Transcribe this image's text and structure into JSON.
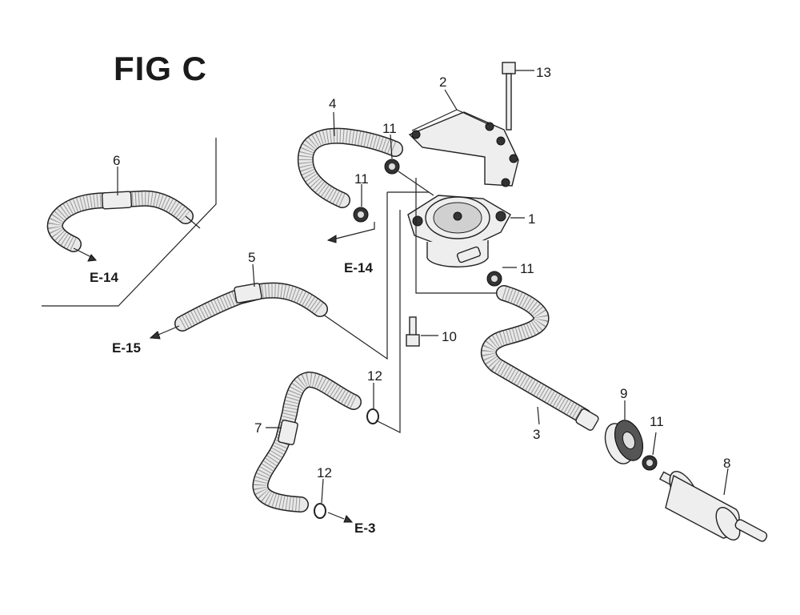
{
  "title": "FIG C",
  "callouts": {
    "p1": "1",
    "p2": "2",
    "p3": "3",
    "p4": "4",
    "p5": "5",
    "p6": "6",
    "p7": "7",
    "p8": "8",
    "p9": "9",
    "p10": "10",
    "p11a": "11",
    "p11b": "11",
    "p11c": "11",
    "p11d": "11",
    "p12a": "12",
    "p12b": "12",
    "p13": "13"
  },
  "refs": {
    "e14_left": "E-14",
    "e14_mid": "E-14",
    "e15": "E-15",
    "e3": "E-3"
  }
}
